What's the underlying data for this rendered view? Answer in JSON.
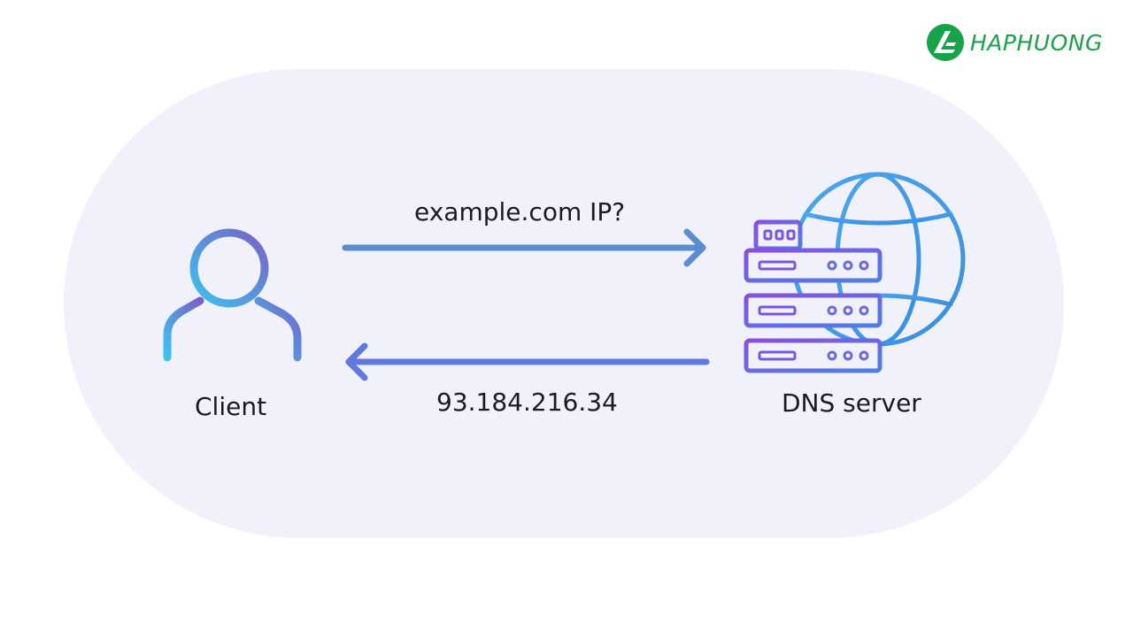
{
  "brand": {
    "name": "HAPHUONG",
    "color": "#17a34a"
  },
  "diagram": {
    "request_label": "example.com IP?",
    "response_label": "93.184.216.34",
    "client_label": "Client",
    "server_label": "DNS server",
    "background_color": "#f0f1fb",
    "arrow_color_request": "#5b8ed0",
    "arrow_color_response": "#5f79e0",
    "client_icon": "user-icon",
    "server_icon": "server-stack-icon",
    "globe_icon": "globe-icon"
  }
}
